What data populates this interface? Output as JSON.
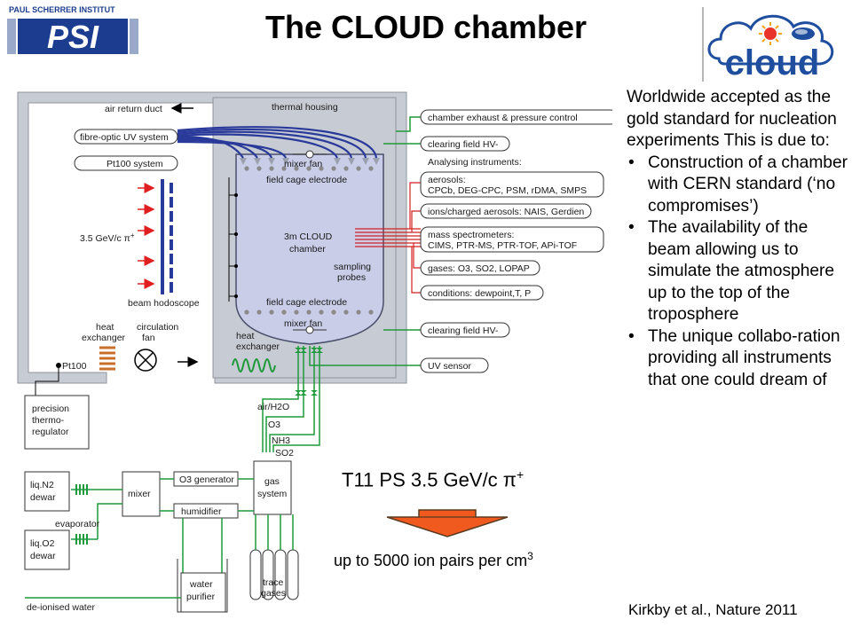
{
  "title": "The CLOUD chamber",
  "logos": {
    "psi_top": "PAUL SCHERRER INSTITUT",
    "psi_main": "PSI",
    "cloud": "cloud"
  },
  "description": {
    "intro": "Worldwide accepted as the gold standard for nucleation experiments This is due to:",
    "bullets": [
      "Construction of a chamber with CERN standard (‘no compromises’)",
      "The availability of the beam allowing us to simulate the atmosphere up to the top of the troposphere",
      "The unique collabo-ration providing all instruments that one could dream of"
    ]
  },
  "beam": {
    "main": "T11 PS 3.5 GeV/c π",
    "sup": "+"
  },
  "ion_pairs": {
    "main": "up to 5000 ion pairs per cm",
    "sup": "3"
  },
  "citation": "Kirkby et al., Nature 2011",
  "diagram": {
    "air_return_duct": "air return duct",
    "thermal_housing": "thermal housing",
    "fibre_optic": "fibre-optic UV system",
    "pt100_system": "Pt100 system",
    "beam_energy": "3.5 GeV/c π",
    "beam_energy_sup": "+",
    "beam_hodoscope": "beam hodoscope",
    "heat_exchanger_left_1": "heat",
    "heat_exchanger_left_2": "exchanger",
    "circulation_fan_1": "circulation",
    "circulation_fan_2": "fan",
    "pt100": "Pt100",
    "precision_1": "precision",
    "precision_2": "thermo-",
    "precision_3": "regulator",
    "mixer_fan_top": "mixer fan",
    "field_cage_top": "field cage electrode",
    "chamber_1": "3m CLOUD",
    "chamber_2": "chamber",
    "sampling_1": "sampling",
    "sampling_2": "probes",
    "field_cage_bottom": "field cage electrode",
    "mixer_fan_bottom": "mixer fan",
    "heat_exchanger_right_1": "heat",
    "heat_exchanger_right_2": "exchanger",
    "chamber_exhaust": "chamber exhaust & pressure control",
    "clearing_field_top": "clearing field HV-",
    "analysing": "Analysing instruments:",
    "aerosols_1": "aerosols:",
    "aerosols_2": "CPCb, DEG-CPC, PSM, rDMA, SMPS",
    "ions": "ions/charged aerosols: NAIS, Gerdien",
    "mass_1": "mass spectrometers:",
    "mass_2": "CIMS, PTR-MS, PTR-TOF, APi-TOF",
    "gases": "gases: O3, SO2, LOPAP",
    "conditions": "conditions: dewpoint,T, P",
    "clearing_field_bottom": "clearing field HV-",
    "uv_sensor": "UV sensor",
    "air_h2o": "air/H2O",
    "o3": "O3",
    "nh3": "NH3",
    "so2": "SO2",
    "liq_n2_1": "liq.N2",
    "liq_n2_2": "dewar",
    "evaporator": "evaporator",
    "liq_o2_1": "liq.O2",
    "liq_o2_2": "dewar",
    "mixer": "mixer",
    "o3_generator": "O3 generator",
    "humidifier": "humidifier",
    "gas_system_1": "gas",
    "gas_system_2": "system",
    "water_purifier_1": "water",
    "water_purifier_2": "purifier",
    "trace_gases_1": "trace",
    "trace_gases_2": "gases",
    "deionised_water": "de-ionised water"
  },
  "colors": {
    "housing": "#c7cbd3",
    "chamber": "#c9cde8",
    "beam_arrow": "#e02020",
    "fibre": "#2a3a9a",
    "green_line": "#1e9a3a",
    "red_line": "#d42020",
    "heat_coil": "#c8702a",
    "orange_arrow": "#f05a1e",
    "psi_blue": "#1c3d8f",
    "cloud_blue": "#1f4e9e"
  }
}
